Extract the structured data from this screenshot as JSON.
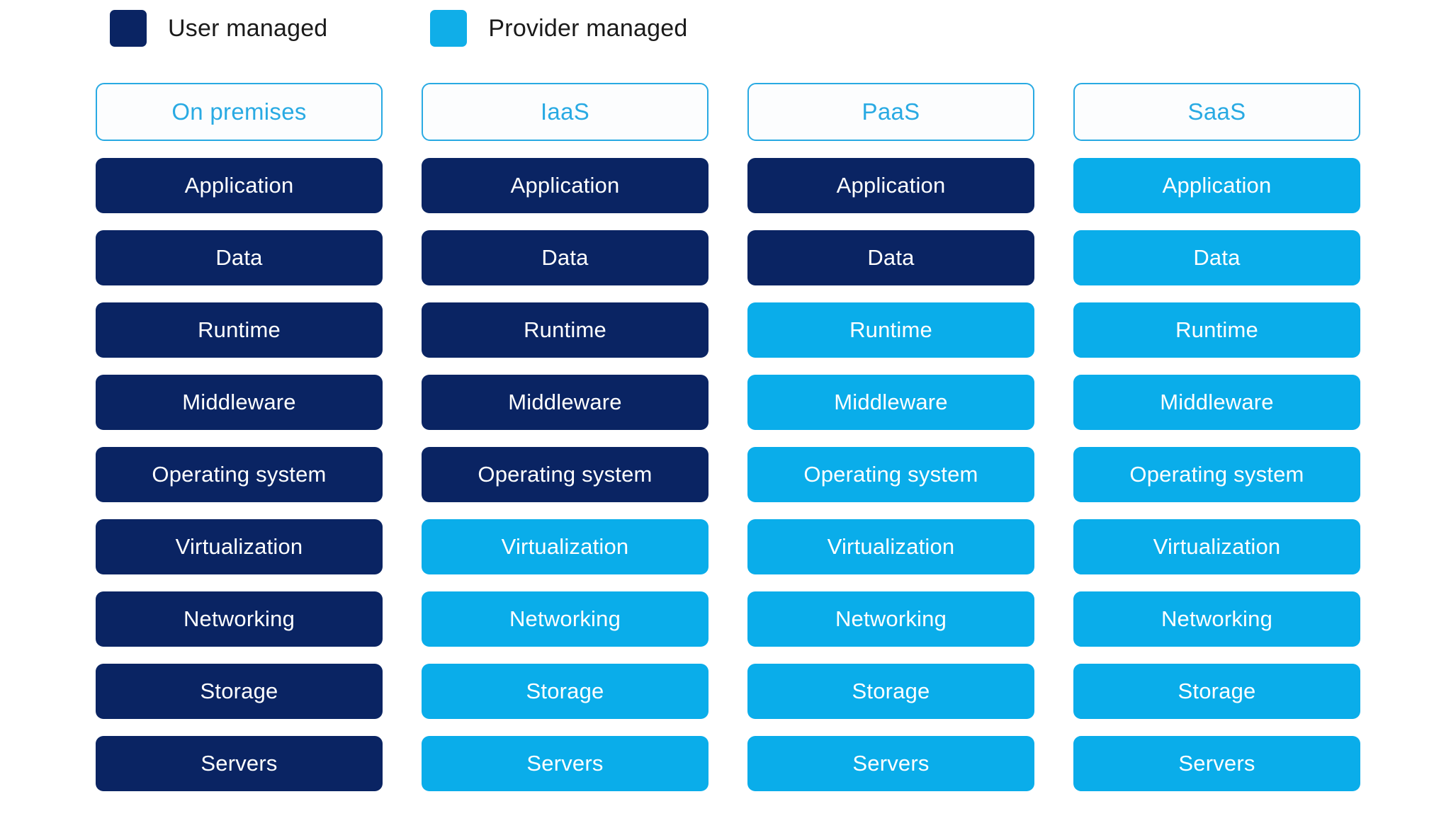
{
  "legend": {
    "items": [
      {
        "label": "User managed",
        "color": "#0a2463",
        "key": "user"
      },
      {
        "label": "Provider managed",
        "color": "#10aee8",
        "key": "provider"
      }
    ]
  },
  "colors": {
    "user_managed": "#0a2463",
    "provider_managed": "#0aadea",
    "header_border": "#29aae3",
    "header_text": "#29aae3",
    "layer_text": "#ffffff",
    "legend_text": "#1a1a1a",
    "background": "#ffffff"
  },
  "layer_names": [
    "Application",
    "Data",
    "Runtime",
    "Middleware",
    "Operating system",
    "Virtualization",
    "Networking",
    "Storage",
    "Servers"
  ],
  "columns": [
    {
      "header": "On premises",
      "layers": [
        {
          "label": "Application",
          "owner": "user"
        },
        {
          "label": "Data",
          "owner": "user"
        },
        {
          "label": "Runtime",
          "owner": "user"
        },
        {
          "label": "Middleware",
          "owner": "user"
        },
        {
          "label": "Operating system",
          "owner": "user"
        },
        {
          "label": "Virtualization",
          "owner": "user"
        },
        {
          "label": "Networking",
          "owner": "user"
        },
        {
          "label": "Storage",
          "owner": "user"
        },
        {
          "label": "Servers",
          "owner": "user"
        }
      ]
    },
    {
      "header": "IaaS",
      "layers": [
        {
          "label": "Application",
          "owner": "user"
        },
        {
          "label": "Data",
          "owner": "user"
        },
        {
          "label": "Runtime",
          "owner": "user"
        },
        {
          "label": "Middleware",
          "owner": "user"
        },
        {
          "label": "Operating system",
          "owner": "user"
        },
        {
          "label": "Virtualization",
          "owner": "provider"
        },
        {
          "label": "Networking",
          "owner": "provider"
        },
        {
          "label": "Storage",
          "owner": "provider"
        },
        {
          "label": "Servers",
          "owner": "provider"
        }
      ]
    },
    {
      "header": "PaaS",
      "layers": [
        {
          "label": "Application",
          "owner": "user"
        },
        {
          "label": "Data",
          "owner": "user"
        },
        {
          "label": "Runtime",
          "owner": "provider"
        },
        {
          "label": "Middleware",
          "owner": "provider"
        },
        {
          "label": "Operating system",
          "owner": "provider"
        },
        {
          "label": "Virtualization",
          "owner": "provider"
        },
        {
          "label": "Networking",
          "owner": "provider"
        },
        {
          "label": "Storage",
          "owner": "provider"
        },
        {
          "label": "Servers",
          "owner": "provider"
        }
      ]
    },
    {
      "header": "SaaS",
      "layers": [
        {
          "label": "Application",
          "owner": "provider"
        },
        {
          "label": "Data",
          "owner": "provider"
        },
        {
          "label": "Runtime",
          "owner": "provider"
        },
        {
          "label": "Middleware",
          "owner": "provider"
        },
        {
          "label": "Operating system",
          "owner": "provider"
        },
        {
          "label": "Virtualization",
          "owner": "provider"
        },
        {
          "label": "Networking",
          "owner": "provider"
        },
        {
          "label": "Storage",
          "owner": "provider"
        },
        {
          "label": "Servers",
          "owner": "provider"
        }
      ]
    }
  ]
}
